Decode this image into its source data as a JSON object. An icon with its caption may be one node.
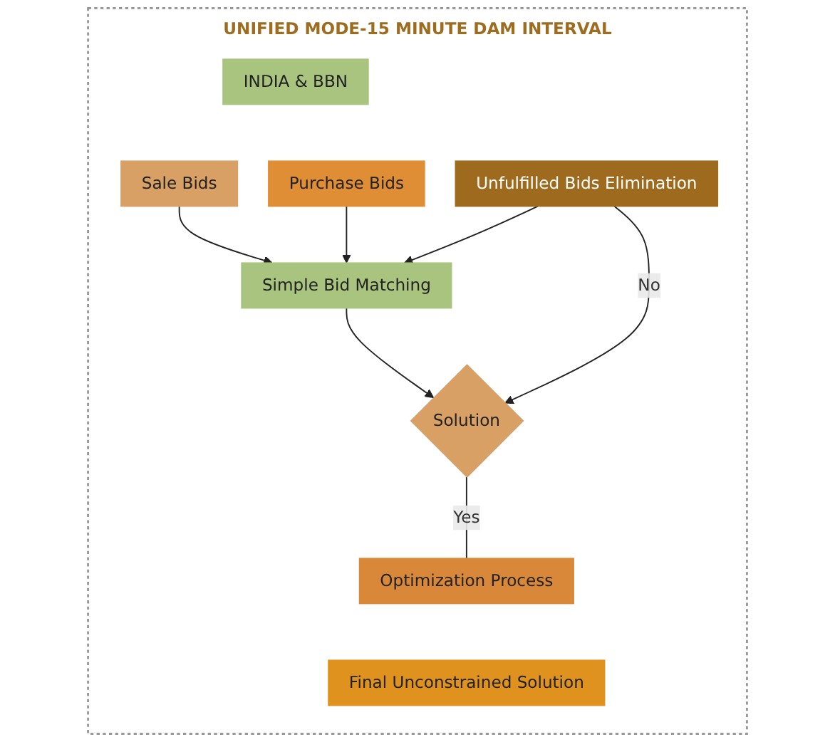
{
  "diagram": {
    "nodes": [
      {
        "text": [
          "UNIFIED MODE-15 MINUTE DAM INTERVAL"
        ]
      },
      {
        "text": [
          "INDIA & BBN"
        ],
        "in": 0
      },
      {
        "text": [
          "Sale Bids"
        ],
        "in": 0
      },
      {
        "text": [
          "Purchase Bids"
        ],
        "in": 0
      },
      {
        "text": [
          "Simple Bid Matching"
        ],
        "in": 0
      },
      {
        "text": [
          "Unfulfilled Bids Elimination"
        ],
        "in": 0
      },
      {
        "text": [
          "Solution"
        ],
        "in": 0
      },
      {
        "text": [
          "Optimization Process"
        ],
        "in": 0
      },
      {
        "text": [
          "Final Unconstrained Solution"
        ],
        "in": 0
      }
    ],
    "edges": [
      {
        "from": 2,
        "to": 4,
        "arrow": "to"
      },
      {
        "from": 3,
        "to": 4,
        "arrow": "to"
      },
      {
        "from": 4,
        "to": 6,
        "arrow": "to"
      },
      {
        "from": 5,
        "to": 6,
        "arrow": "to",
        "label": "No"
      },
      {
        "from": 5,
        "to": 4,
        "arrow": "to"
      },
      {
        "from": 6,
        "to": 7,
        "arrow": "none",
        "label": "Yes"
      }
    ]
  }
}
